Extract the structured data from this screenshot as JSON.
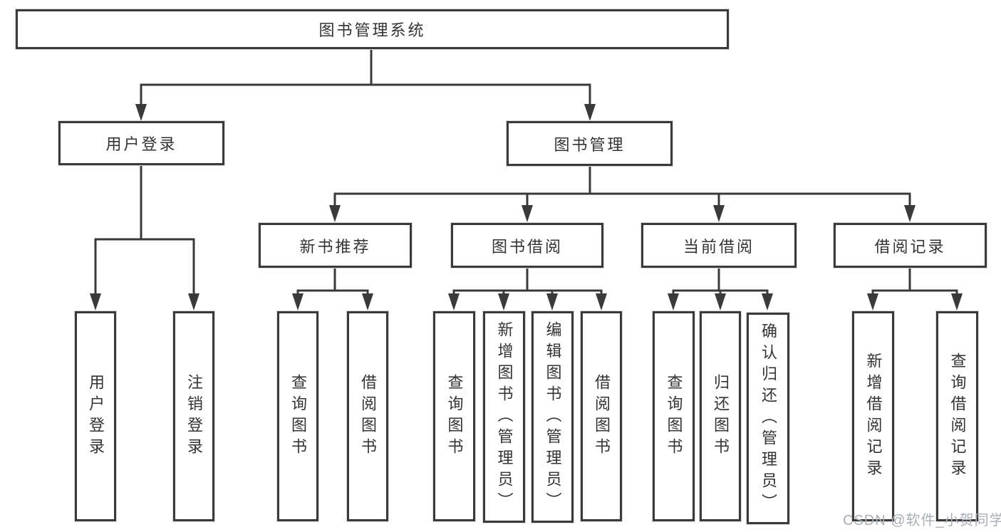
{
  "tree": {
    "label": "图书管理系统",
    "children": [
      {
        "label": "用户登录",
        "children": [
          {
            "label": "用户登录"
          },
          {
            "label": "注销登录"
          }
        ]
      },
      {
        "label": "图书管理",
        "children": [
          {
            "label": "新书推荐",
            "children": [
              {
                "label": "查询图书"
              },
              {
                "label": "借阅图书"
              }
            ]
          },
          {
            "label": "图书借阅",
            "children": [
              {
                "label": "查询图书"
              },
              {
                "label": "新增图书（管理员）"
              },
              {
                "label": "编辑图书（管理员）"
              },
              {
                "label": "借阅图书"
              }
            ]
          },
          {
            "label": "当前借阅",
            "children": [
              {
                "label": "查询图书"
              },
              {
                "label": "归还图书"
              },
              {
                "label": "确认归还（管理员）"
              }
            ]
          },
          {
            "label": "借阅记录",
            "children": [
              {
                "label": "新增借阅记录"
              },
              {
                "label": "查询借阅记录"
              }
            ]
          }
        ]
      }
    ]
  },
  "watermark": {
    "text": "CSDN @软件_小贺同学"
  },
  "colors": {
    "line": "#3a3a3a",
    "text": "#333333",
    "background": "#ffffff",
    "watermark": "#a9aeb6"
  }
}
